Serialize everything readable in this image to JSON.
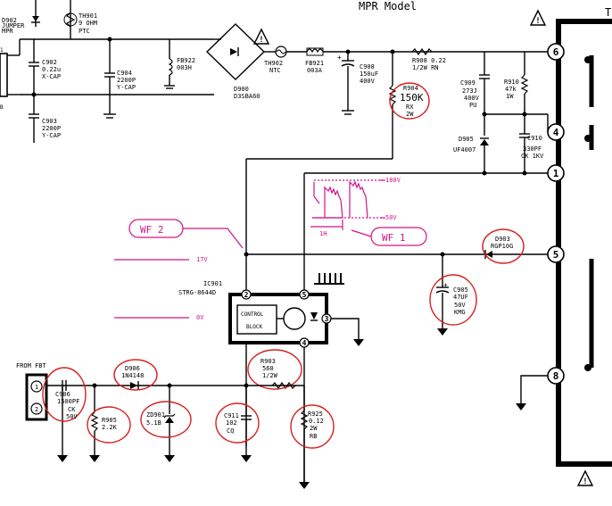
{
  "title": "MPR Model",
  "top_right_letter": "T",
  "components": {
    "d902": [
      "D902",
      "JUMPER",
      "MPR"
    ],
    "th901": [
      "TH901",
      "9 OHM",
      "PTC"
    ],
    "c902": [
      "C902",
      "0.22u",
      "X-CAP"
    ],
    "c903": [
      "C903",
      "2200P",
      "Y-CAP"
    ],
    "c904": [
      "C904",
      "2200P",
      "Y-CAP"
    ],
    "fb922": [
      "FB922",
      "003H"
    ],
    "d900": [
      "D900",
      "D3SBA60"
    ],
    "th902": [
      "TH902",
      "NTC"
    ],
    "fb921": [
      "FB921",
      "003A"
    ],
    "c908": [
      "C908",
      "150uF",
      "400V"
    ],
    "r908": [
      "R908  0.22",
      "1/2W  RN"
    ],
    "r904": [
      "R904",
      "150K",
      "RX",
      "2W"
    ],
    "c909": [
      "C909",
      "273J",
      "400V",
      "PU"
    ],
    "r910": [
      "R910",
      "47k",
      "1W"
    ],
    "d905": [
      "D905",
      "UF4007"
    ],
    "c910": [
      "C910",
      "330PF",
      "CK 1KV"
    ],
    "d903": [
      "D903",
      "RGP10G"
    ],
    "c905": [
      "C905",
      "47UF",
      "50V",
      "KMG"
    ],
    "ic901": [
      "IC901",
      "STRG-8644D"
    ],
    "control_block": [
      "CONTROL",
      "BLOCK"
    ],
    "from_fbt": "FROM FBT",
    "c906": [
      "C906",
      "1500PF",
      "CK",
      "50V"
    ],
    "d906": [
      "D906",
      "1N4148"
    ],
    "r905": [
      "R905",
      "2.2K"
    ],
    "zd901": [
      "ZD901",
      "5.1B"
    ],
    "r903": [
      "R903",
      "560",
      "1/2W"
    ],
    "c911": [
      "C911",
      "102",
      "CQ"
    ],
    "r925": [
      "R925",
      "0.12",
      "2W",
      "RB"
    ]
  },
  "pins": {
    "t6": "6",
    "t4": "4",
    "t1": "1",
    "t5": "5",
    "t8": "8",
    "ic2": "2",
    "ic3": "3",
    "ic4": "4",
    "ic5": "5",
    "fbt1": "1",
    "fbt2": "2"
  },
  "annotations": {
    "wf2": "WF 2",
    "wf1": "WF 1",
    "v17": "17V",
    "v0": "0V",
    "v180": "180V",
    "v50": "50V",
    "h1": "1H"
  },
  "colors": {
    "wire": "#000000",
    "annotation": "#d0138a",
    "highlight": "#d62020"
  }
}
